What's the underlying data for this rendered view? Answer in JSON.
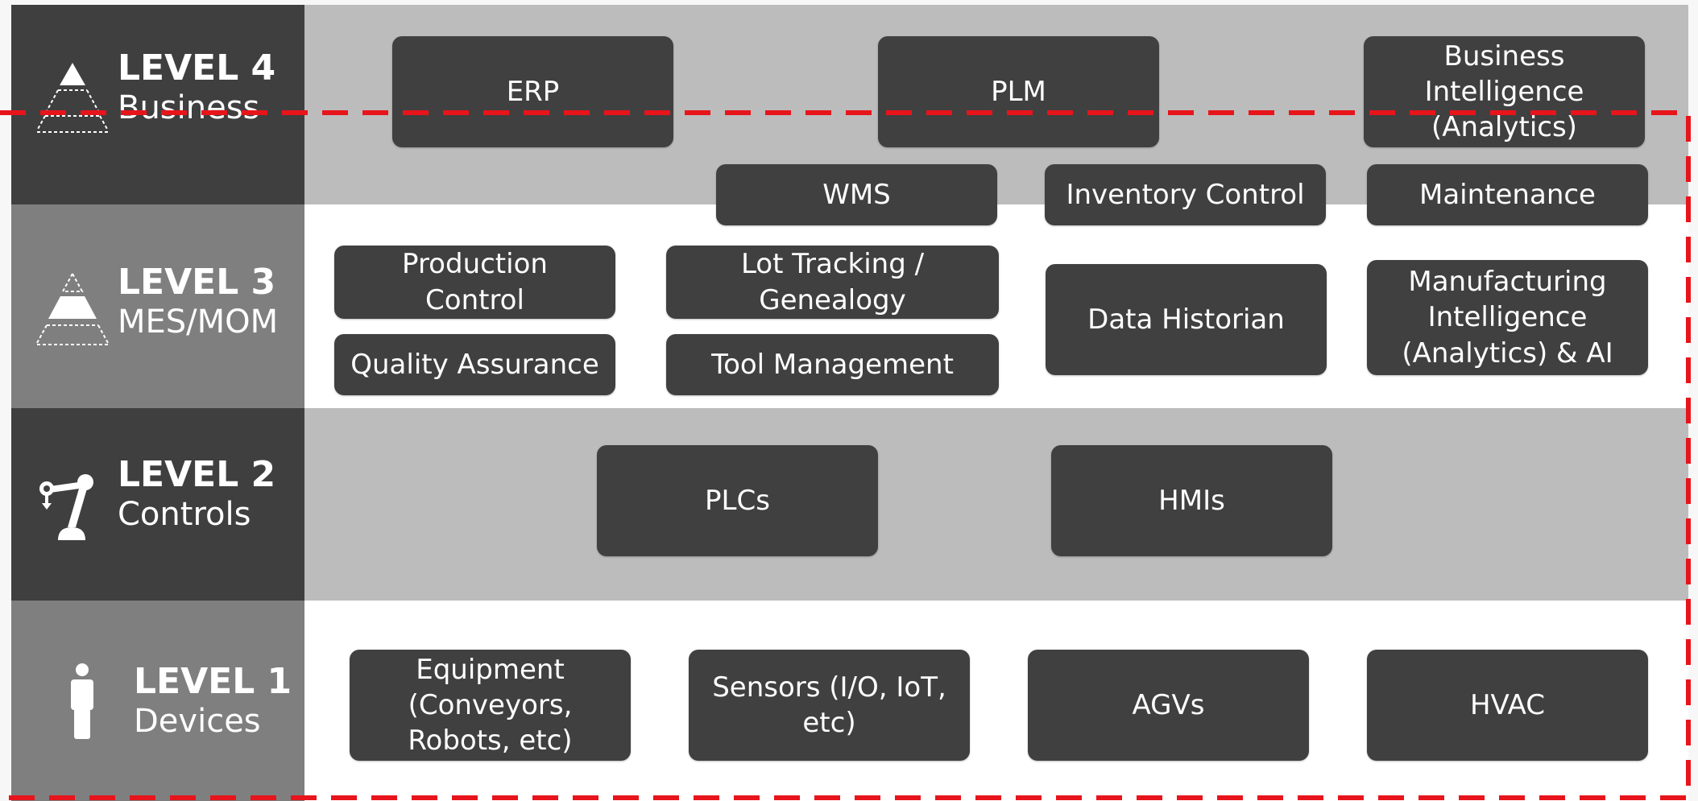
{
  "levels": [
    {
      "id": 4,
      "level": "LEVEL 4",
      "name": "Business",
      "icon": "pyramid-top-icon"
    },
    {
      "id": 3,
      "level": "LEVEL 3",
      "name": "MES/MOM",
      "icon": "pyramid-middle-icon"
    },
    {
      "id": 2,
      "level": "LEVEL 2",
      "name": "Controls",
      "icon": "robot-arm-icon"
    },
    {
      "id": 1,
      "level": "LEVEL 1",
      "name": "Devices",
      "icon": "person-icon"
    }
  ],
  "level4": {
    "erp": "ERP",
    "plm": "PLM",
    "bi": "Business\nIntelligence\n(Analytics)",
    "wms": "WMS",
    "inventory": "Inventory Control",
    "maintenance": "Maintenance"
  },
  "level3": {
    "production_control": "Production\nControl",
    "lot_tracking": "Lot Tracking /\nGenealogy",
    "data_historian": "Data Historian",
    "mfg_intelligence": "Manufacturing\nIntelligence\n(Analytics) & AI",
    "quality_assurance": "Quality Assurance",
    "tool_management": "Tool Management"
  },
  "level2": {
    "plcs": "PLCs",
    "hmis": "HMIs"
  },
  "level1": {
    "equipment": "Equipment\n(Conveyors,\nRobots, etc)",
    "sensors": "Sensors (I/O, IoT,\netc)",
    "agvs": "AGVs",
    "hvac": "HVAC"
  },
  "colors": {
    "box": "#404040",
    "band_dark": "#bcbcbc",
    "label_dark": "#3f3f3f",
    "label_mid": "#7f7f7f",
    "boundary": "#e8141b"
  }
}
